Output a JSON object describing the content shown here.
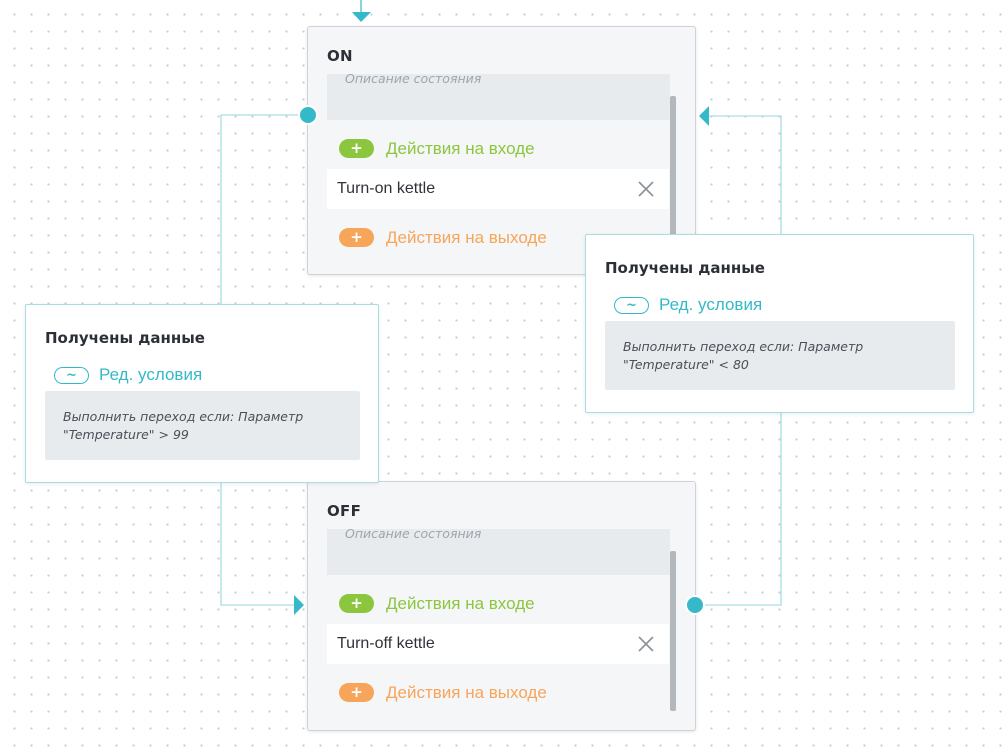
{
  "states": [
    {
      "title": "ON",
      "description_placeholder": "Описание состояния",
      "entry_label": "Действия на входе",
      "entry_action": "Turn-on kettle",
      "exit_label": "Действия на выходе"
    },
    {
      "title": "OFF",
      "description_placeholder": "Описание состояния",
      "entry_label": "Действия на входе",
      "entry_action": "Turn-off kettle",
      "exit_label": "Действия на выходе"
    }
  ],
  "transitions": [
    {
      "title": "Получены данные",
      "edit_label": "Ред. условия",
      "condition": "Выполнить переход если: Параметр \"Temperature\" > 99"
    },
    {
      "title": "Получены данные",
      "edit_label": "Ред. условия",
      "condition": "Выполнить переход если: Параметр \"Temperature\" < 80"
    }
  ],
  "icons": {
    "add": "+",
    "edit": "~"
  },
  "colors": {
    "link": "#35b9c8",
    "entry": "#8cc63f",
    "exit": "#f7a55a"
  }
}
